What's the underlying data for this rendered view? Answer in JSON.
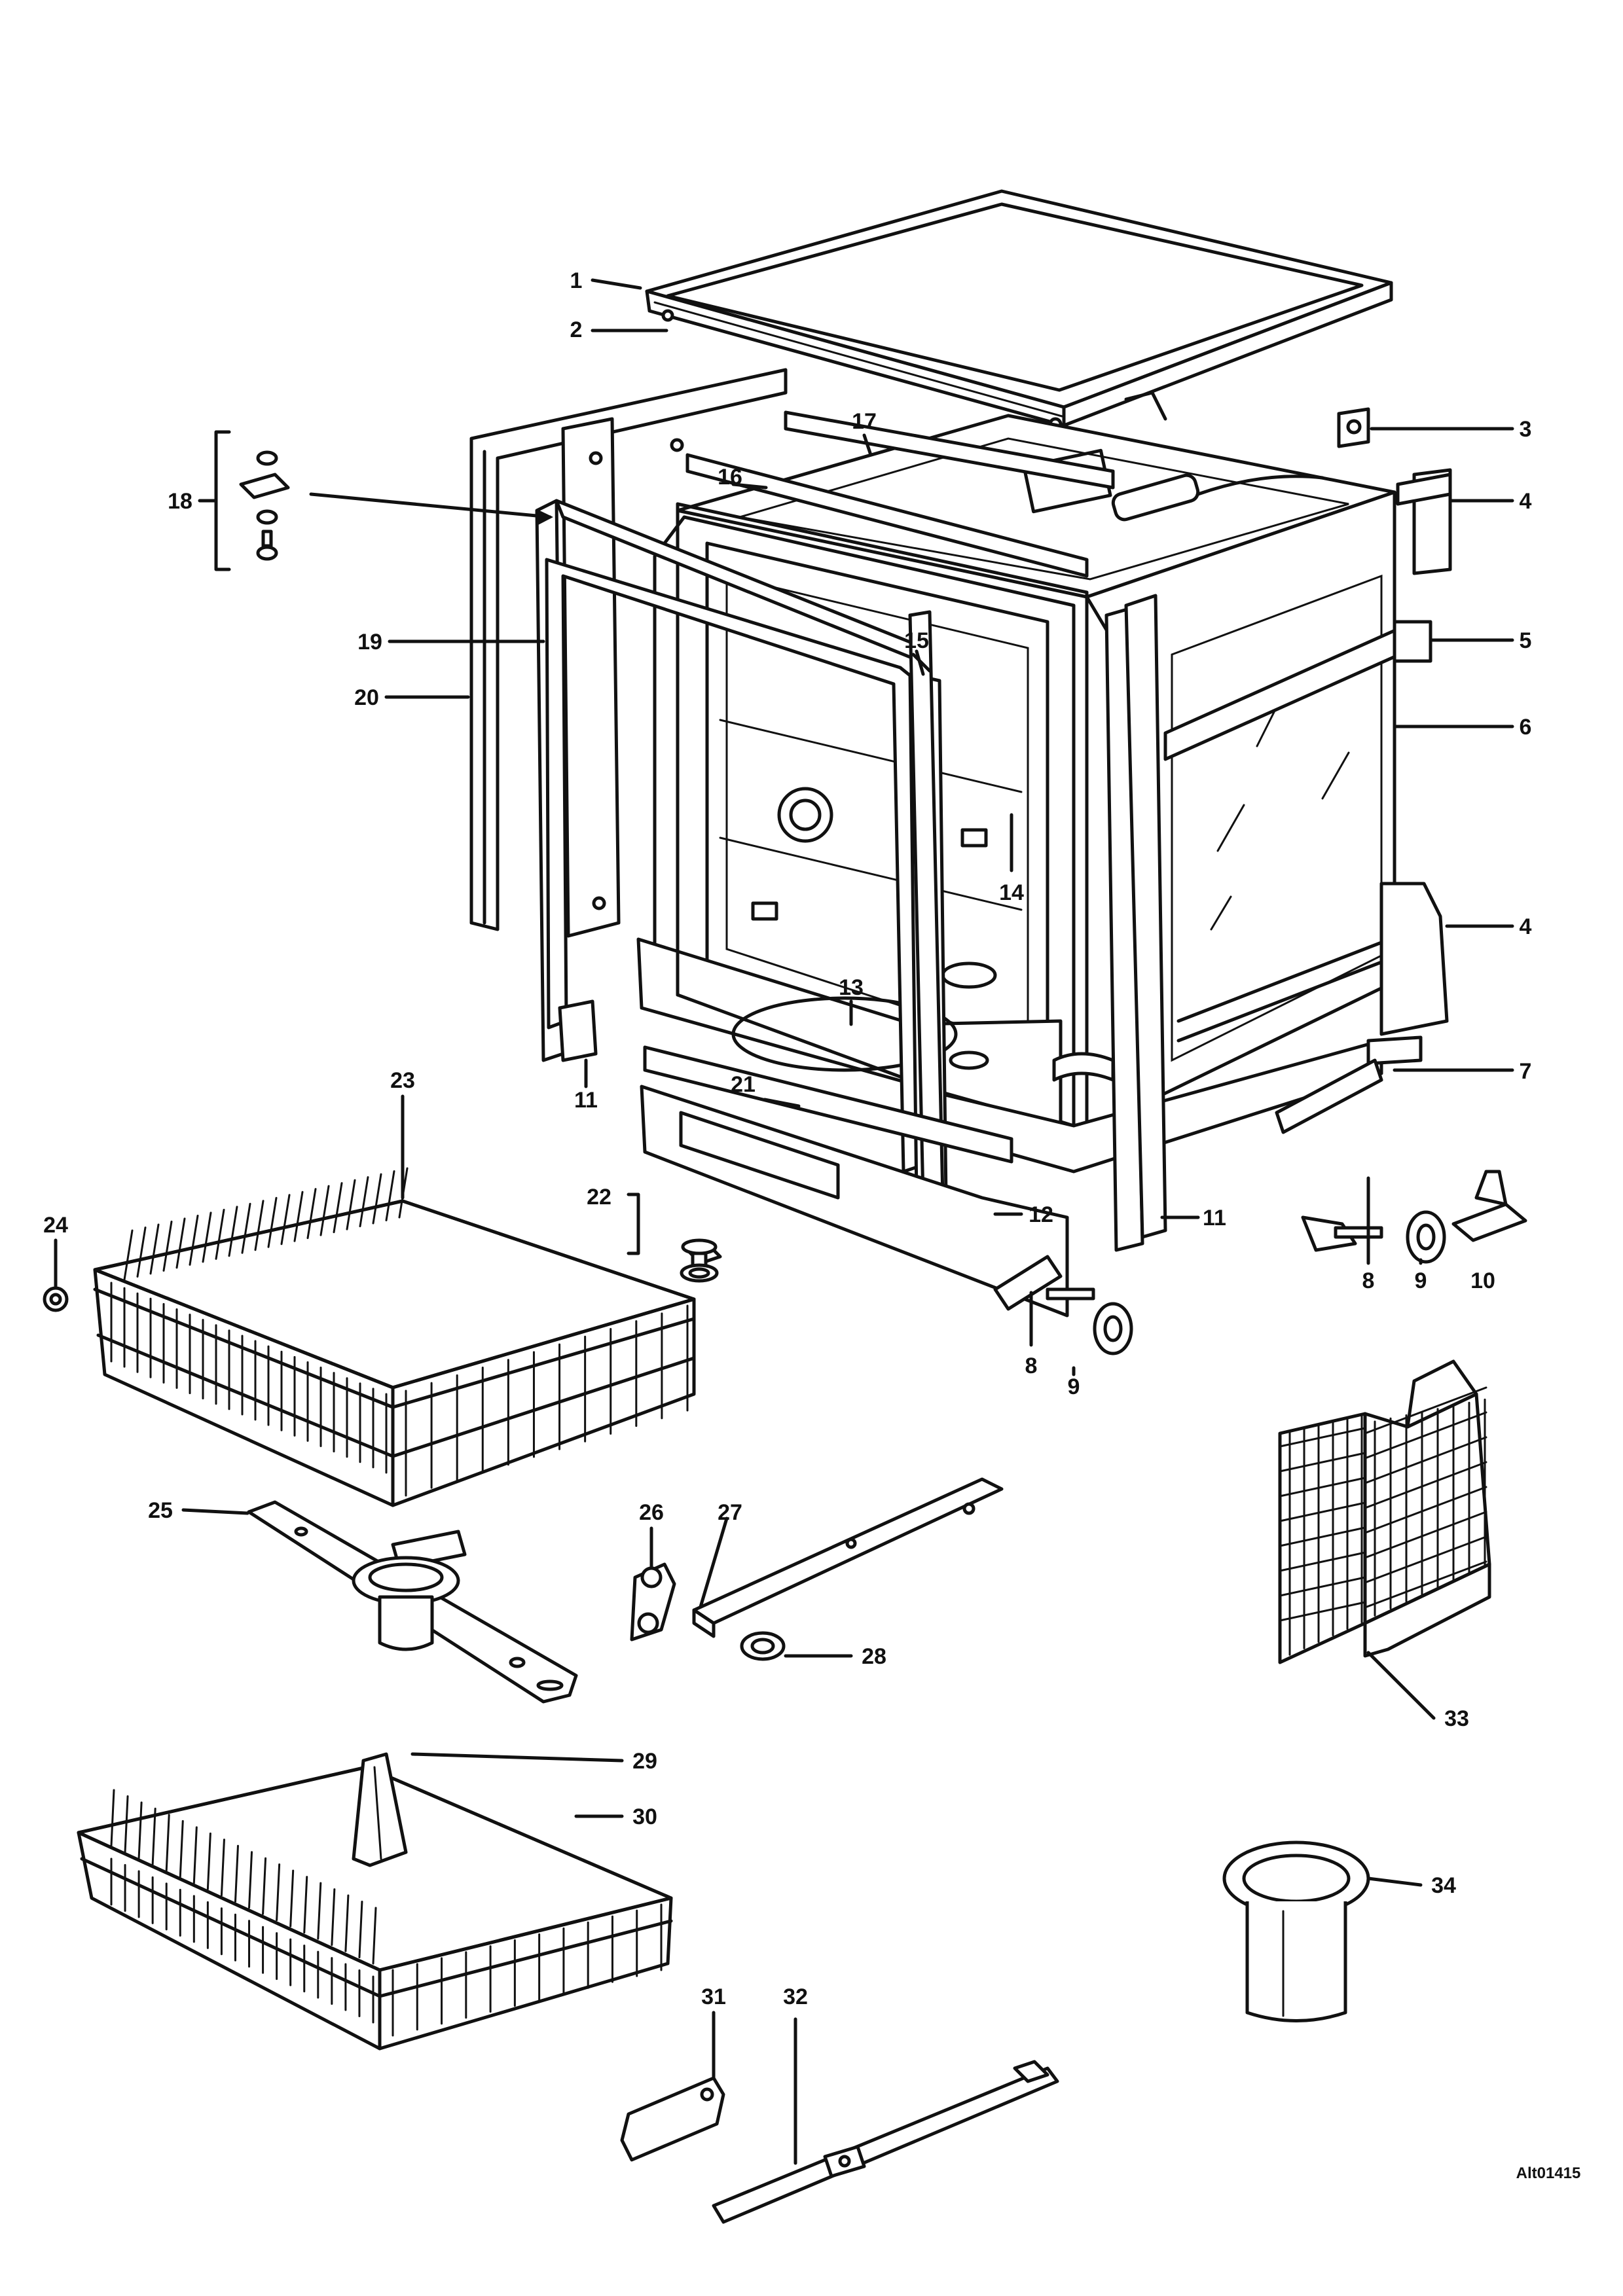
{
  "diagram": {
    "reference": "Alt01415",
    "callouts": [
      "1",
      "2",
      "3",
      "4",
      "4",
      "5",
      "6",
      "7",
      "8",
      "8",
      "9",
      "9",
      "10",
      "11",
      "11",
      "12",
      "13",
      "14",
      "15",
      "16",
      "17",
      "18",
      "19",
      "20",
      "21",
      "22",
      "23",
      "24",
      "25",
      "26",
      "27",
      "28",
      "29",
      "30",
      "31",
      "32",
      "33",
      "34"
    ]
  }
}
